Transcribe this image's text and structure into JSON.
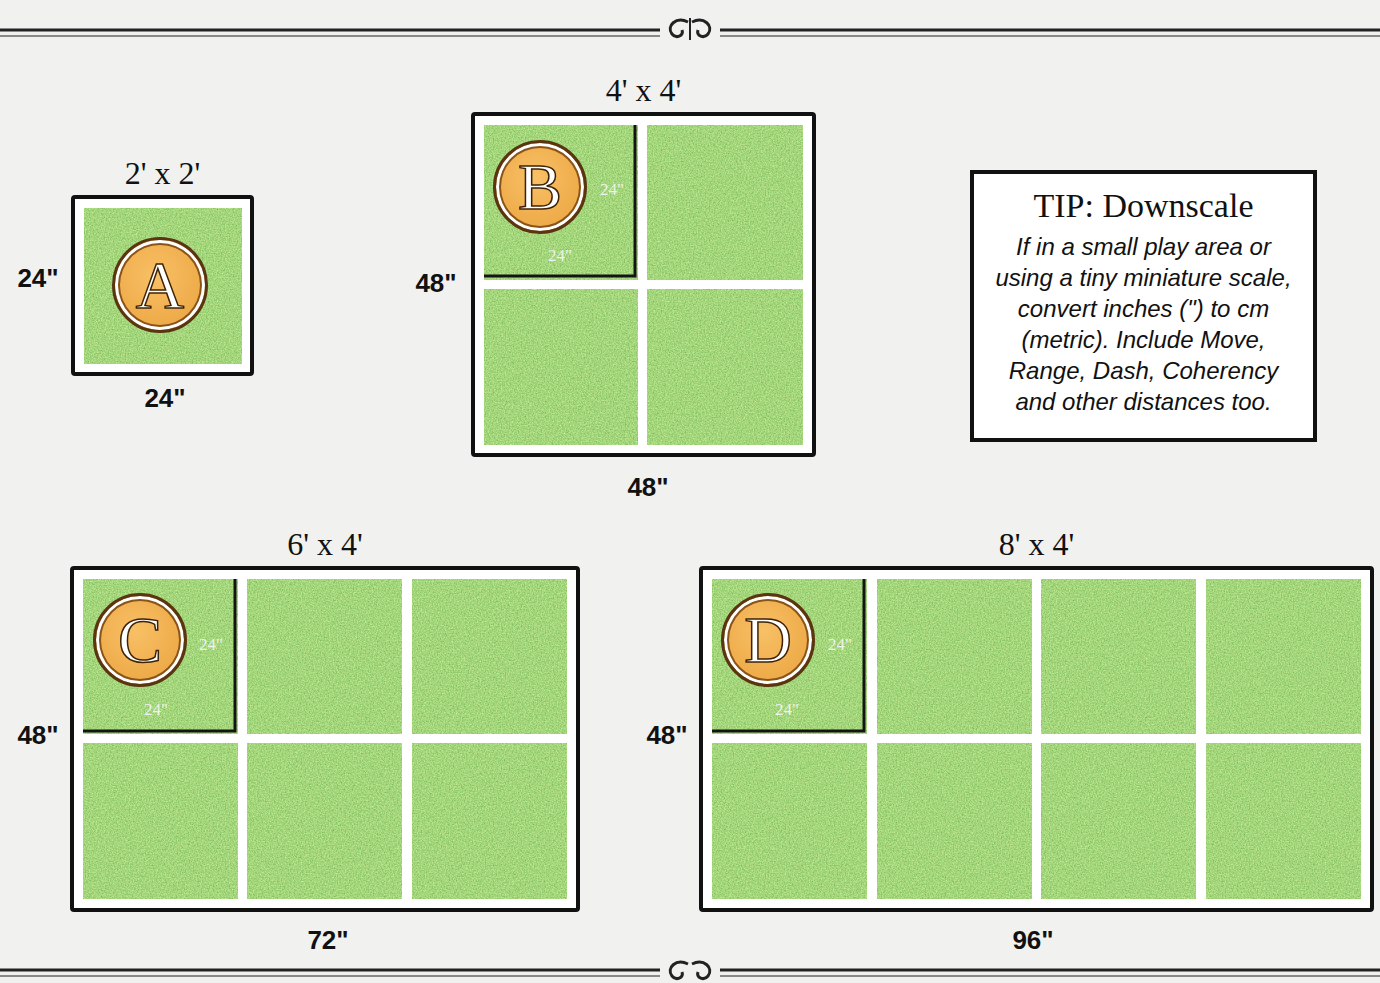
{
  "diagram": {
    "nodes": [
      {
        "text": [
          "2' x 2'"
        ]
      },
      {
        "text": [
          "A"
        ],
        "in": 0
      },
      {
        "text": [
          "4' x 4'"
        ]
      },
      {
        "text": [
          "B"
        ],
        "in": 2
      },
      {
        "text": [
          "TIP: Downscale",
          "If in a small play area or using a tiny miniature scale, convert inches (\") to cm (metric). Include Move, Range, Dash, Coherency and other distances too."
        ]
      },
      {
        "text": [
          "6' x 4'"
        ]
      },
      {
        "text": [
          "C"
        ],
        "in": 5
      },
      {
        "text": [
          "8' x 4'"
        ]
      },
      {
        "text": [
          "D"
        ],
        "in": 7
      }
    ],
    "labels": [
      "24\"",
      "24\"",
      "24\"",
      "24\"",
      "48\"",
      "48\"",
      "24\"",
      "24\"",
      "48\"",
      "72\"",
      "24\"",
      "24\"",
      "48\"",
      "96\""
    ]
  }
}
